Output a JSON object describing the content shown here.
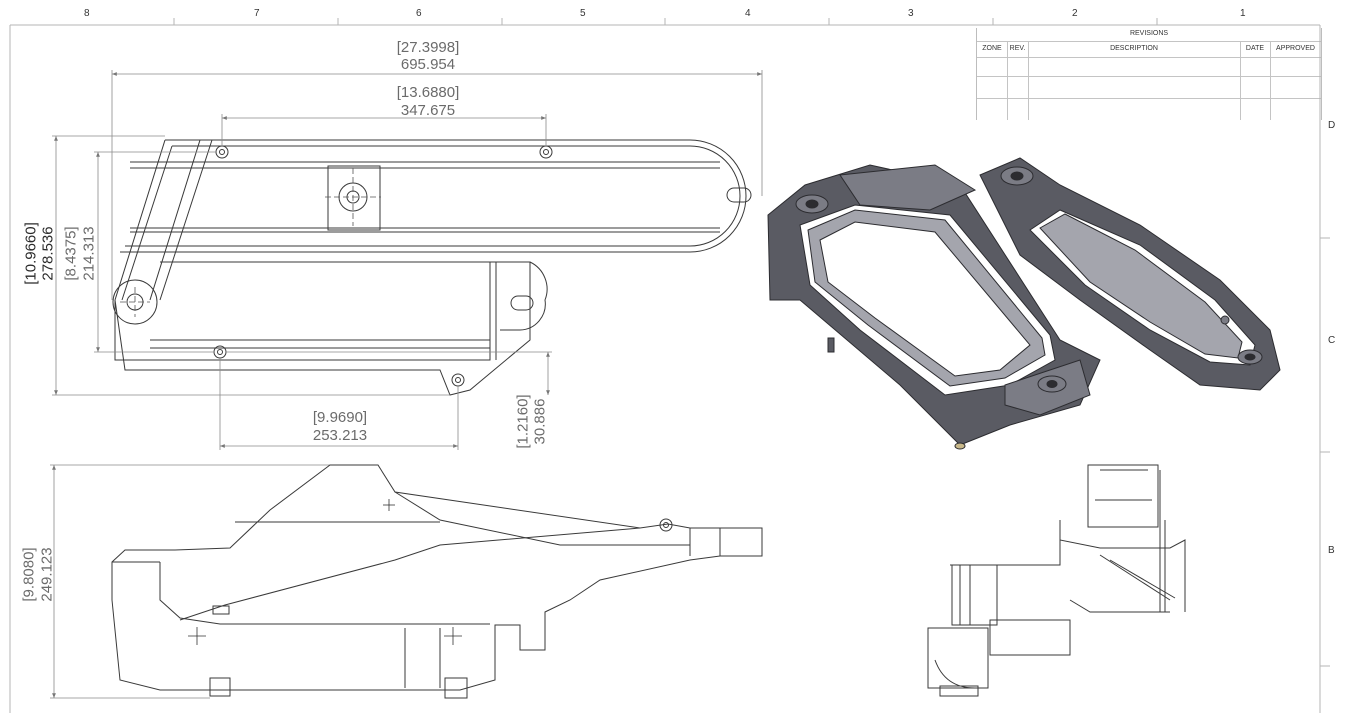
{
  "border": {
    "top_zones": [
      "8",
      "7",
      "6",
      "5",
      "4",
      "3",
      "2",
      "1"
    ],
    "right_zones": [
      "D",
      "C",
      "B"
    ]
  },
  "revisions": {
    "title": "REVISIONS",
    "columns": [
      "ZONE",
      "REV.",
      "DESCRIPTION",
      "DATE",
      "APPROVED"
    ]
  },
  "dimensions": {
    "overall_length_in": "[27.3998]",
    "overall_length_mm": "695.954",
    "hole_span_in": "[13.6880]",
    "hole_span_mm": "347.675",
    "overall_height_in": "[10.9660]",
    "overall_height_mm": "278.536",
    "inner_height_in": "[8.4375]",
    "inner_height_mm": "214.313",
    "lower_span_in": "[9.9690]",
    "lower_span_mm": "253.213",
    "offset_in": "[1.2160]",
    "offset_mm": "30.886",
    "side_height_in": "[9.8080]",
    "side_height_mm": "249.123"
  },
  "colors": {
    "line": "#3a3a3a",
    "dim_line": "#8a8a8a",
    "part_dark": "#5a5b63",
    "part_mid": "#7b7c85",
    "part_light": "#a4a5ad",
    "background": "#ffffff"
  }
}
